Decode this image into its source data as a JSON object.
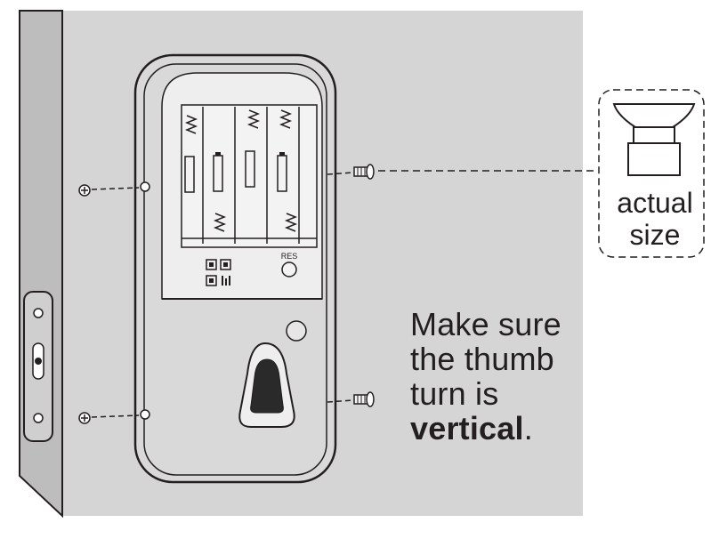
{
  "instruction": {
    "line1": "Make sure",
    "line2": "the thumb",
    "line3": "turn is",
    "emphasis": "vertical",
    "end": "."
  },
  "callout": {
    "line1": "actual",
    "line2": "size"
  },
  "reset_button": {
    "label": "RES"
  },
  "colors": {
    "wall": "#d5d5d5",
    "door_edge": "#b9b9b9",
    "outline": "#231f20",
    "lock_body": "#d9d9d9"
  }
}
